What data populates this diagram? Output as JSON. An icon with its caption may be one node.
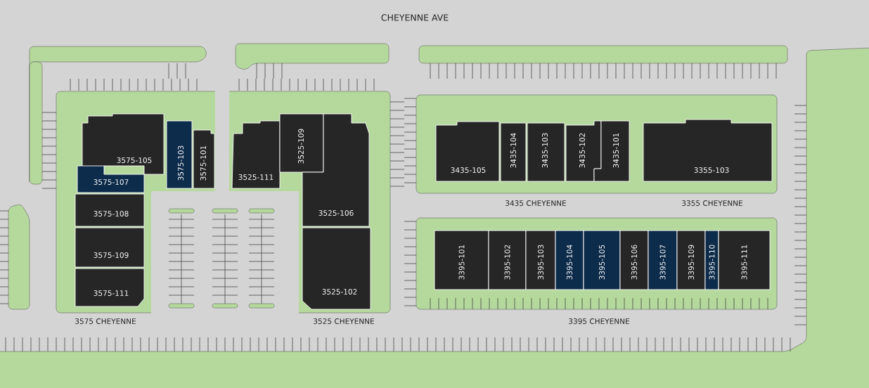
{
  "diagram": {
    "nodes": [
      {
        "text": [
          "3575-105"
        ]
      },
      {
        "text": [
          "3575-103"
        ]
      },
      {
        "text": [
          "3575-101"
        ]
      },
      {
        "text": [
          "3575-107"
        ]
      },
      {
        "text": [
          "3575-108"
        ]
      },
      {
        "text": [
          "3575-109"
        ]
      },
      {
        "text": [
          "3575-111"
        ]
      },
      {
        "text": [
          "3525-111"
        ]
      },
      {
        "text": [
          "3525-109"
        ]
      },
      {
        "text": [
          "3525-106"
        ]
      },
      {
        "text": [
          "3525-102"
        ]
      },
      {
        "text": [
          "3435-105"
        ]
      },
      {
        "text": [
          "3435-104"
        ]
      },
      {
        "text": [
          "3435-103"
        ]
      },
      {
        "text": [
          "3435-102"
        ]
      },
      {
        "text": [
          "3435-101"
        ]
      },
      {
        "text": [
          "3355-103"
        ]
      },
      {
        "text": [
          "3395-101"
        ]
      },
      {
        "text": [
          "3395-102"
        ]
      },
      {
        "text": [
          "3395-103"
        ]
      },
      {
        "text": [
          "3395-104"
        ]
      },
      {
        "text": [
          "3395-105"
        ]
      },
      {
        "text": [
          "3395-106"
        ]
      },
      {
        "text": [
          "3395-107"
        ]
      },
      {
        "text": [
          "3395-109"
        ]
      },
      {
        "text": [
          "3395-110"
        ]
      },
      {
        "text": [
          "3395-111"
        ]
      }
    ],
    "labels": [
      "CHEYENNE AVE",
      "3435 CHEYENNE",
      "3355 CHEYENNE",
      "3575 CHEYENNE",
      "3525 CHEYENNE",
      "3395 CHEYENNE"
    ]
  }
}
